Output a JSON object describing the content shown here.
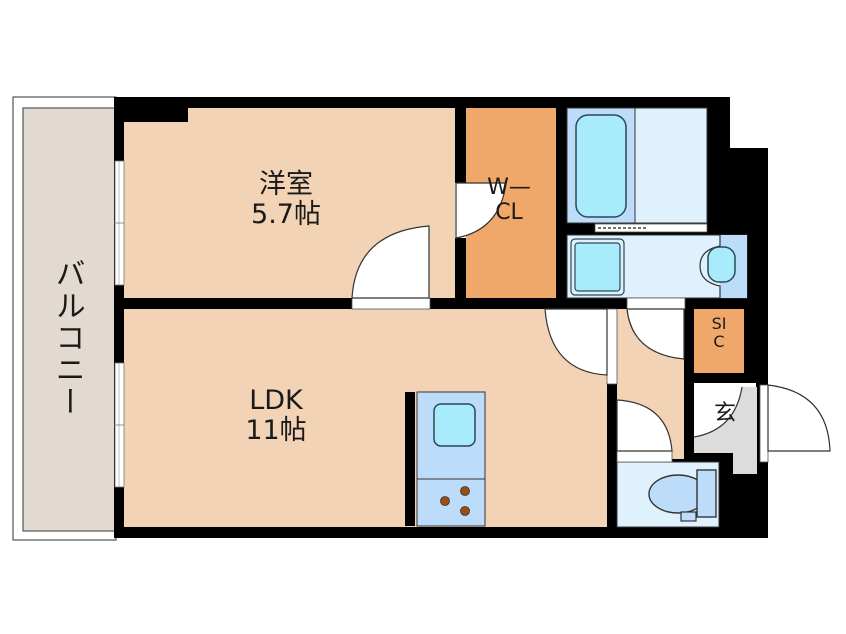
{
  "floorplan": {
    "rooms": [
      {
        "id": "western-room",
        "name": "洋室",
        "size": "5.7帖"
      },
      {
        "id": "ldk",
        "name": "LDK",
        "size": "11帖"
      },
      {
        "id": "walk-in-closet",
        "name_line1": "W—",
        "name_line2": "CL"
      },
      {
        "id": "shoe-closet",
        "name_line1": "SI",
        "name_line2": "C"
      },
      {
        "id": "entrance",
        "name": "玄"
      },
      {
        "id": "balcony",
        "name": "バルコニー"
      }
    ],
    "colors": {
      "room_floor": "#f2d3b5",
      "closet": "#f0a86a",
      "balcony": "#e2d9d1",
      "wall": "#000000",
      "wet_area": "#dff1fd",
      "fixture": "#bcdcfa",
      "water": "#a8ecfc",
      "entrance_floor": "#dcdcdc",
      "burner": "#9a4e12"
    }
  }
}
